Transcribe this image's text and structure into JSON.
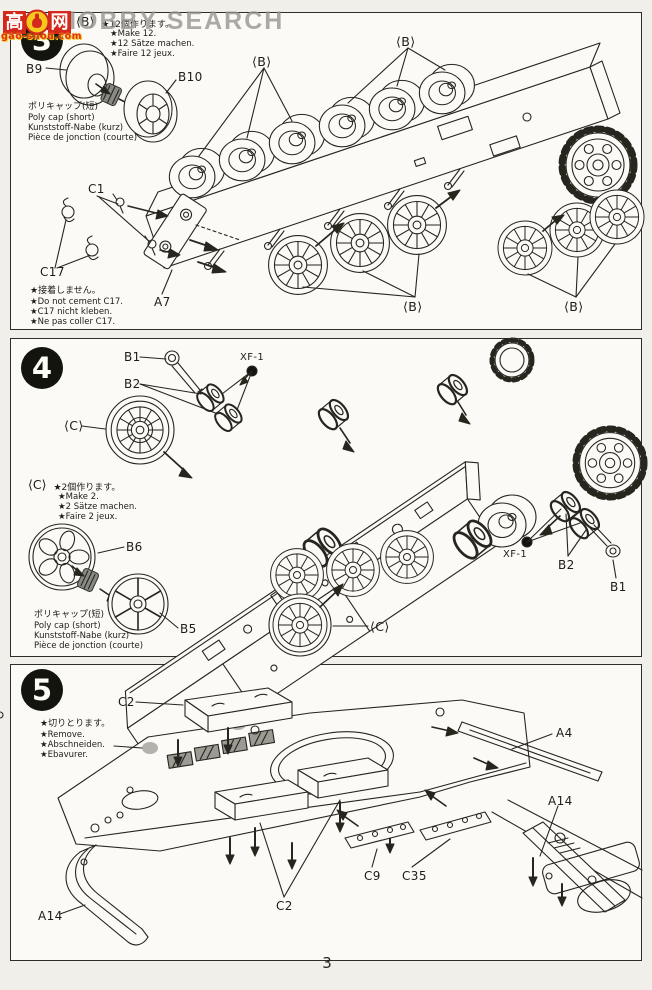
{
  "page": {
    "number": "3"
  },
  "watermark": {
    "brand_text": "HOBBY SEARCH",
    "site": "gao-shou.com",
    "logo_left_char": "高",
    "logo_right_char": "网"
  },
  "shared": {
    "polycap_note": {
      "jp": "ポリキャップ(短)",
      "en": "Poly cap (short)",
      "de": "Kunststoff-Nabe (kurz)",
      "fr": "Pièce de jonction (courte)"
    }
  },
  "step3": {
    "number": "3",
    "make_note": {
      "jp": "★12個作ります。",
      "en": "★Make 12.",
      "de": "★12 Sätze machen.",
      "fr": "★Faire 12 jeux."
    },
    "cement_note": {
      "jp": "★接着しません。",
      "en": "★Do not cement C17.",
      "de": "★C17 nicht kleben.",
      "fr": "★Ne pas coller C17."
    },
    "labels": {
      "b_tag": "⟨B⟩",
      "b9": "B9",
      "b10": "B10",
      "c1": "C1",
      "c17": "C17",
      "a7": "A7"
    }
  },
  "step4": {
    "number": "4",
    "make_note": {
      "jp": "★2個作ります。",
      "en": "★Make 2.",
      "de": "★2 Sätze machen.",
      "fr": "★Faire 2 jeux."
    },
    "labels": {
      "c_tag": "⟨C⟩",
      "b1": "B1",
      "b2": "B2",
      "b5": "B5",
      "b6": "B6",
      "xf1": "XF-1"
    }
  },
  "step5": {
    "number": "5",
    "remove_note": {
      "jp": "★切りとります。",
      "en": "★Remove.",
      "de": "★Abschneiden.",
      "fr": "★Ebavurer."
    },
    "labels": {
      "c2": "C2",
      "a4": "A4",
      "a14": "A14",
      "c9": "C9",
      "c35": "C35"
    }
  },
  "colors": {
    "ink": "#26261f",
    "paper": "#fbfaf6",
    "logo_red": "#d5281c",
    "logo_yellow": "#f6c71d",
    "watermark_gray": "#94928c"
  }
}
